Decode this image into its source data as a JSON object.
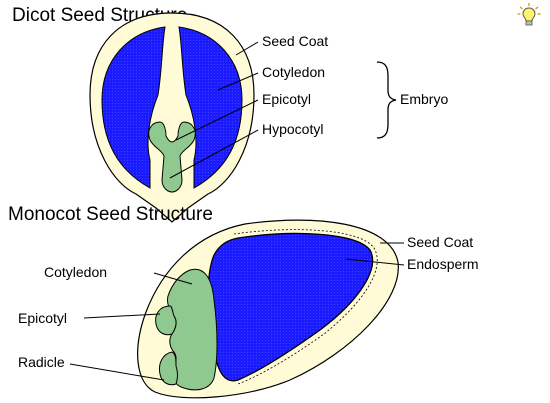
{
  "dicot": {
    "title": "Dicot Seed Structure",
    "labels": {
      "seed_coat": "Seed Coat",
      "cotyledon": "Cotyledon",
      "epicotyl": "Epicotyl",
      "hypocotyl": "Hypocotyl",
      "embryo": "Embryo"
    }
  },
  "monocot": {
    "title": "Monocot Seed Structure",
    "labels": {
      "seed_coat": "Seed Coat",
      "endosperm": "Endosperm",
      "cotyledon": "Cotyledon",
      "epicotyl": "Epicotyl",
      "radicle": "Radicle"
    }
  },
  "colors": {
    "seed_coat_fill": "#fffbd6",
    "cotyledon_blue": "#1a1aff",
    "endosperm_blue": "#1a1aff",
    "embryo_green": "#8fc98f",
    "outline": "#000000"
  },
  "icons": {
    "corner": "lightbulb-icon"
  }
}
